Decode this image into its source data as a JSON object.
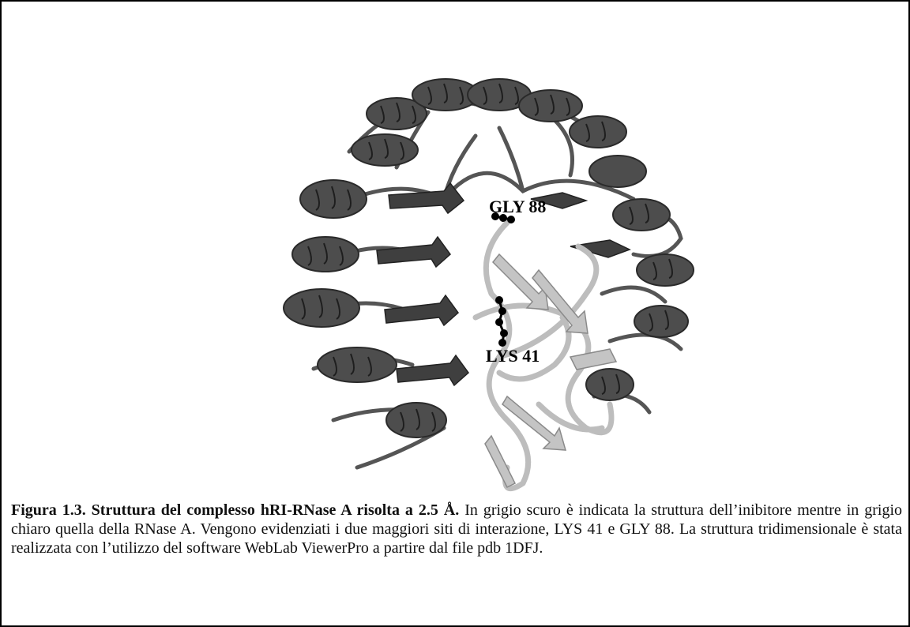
{
  "figure": {
    "labels": {
      "gly": "GLY 88",
      "lys": "LYS 41"
    },
    "colors": {
      "inhibitor": "#4d4d4d",
      "inhibitor_dark": "#2f2f2f",
      "rnase": "#c2c2c2",
      "rnase_dark": "#8f8f8f",
      "residue": "#000000"
    }
  },
  "caption": {
    "title": "Figura 1.3. Struttura del complesso hRI-RNase A risolta a 2.5 Å.",
    "text": " In grigio scuro è indicata la struttura dell’inibitore mentre in grigio chiaro quella della RNase A. Vengono evidenziati i due maggiori siti di interazione, LYS 41 e GLY 88. La struttura tridimensionale è stata realizzata con l’utilizzo del software WebLab ViewerPro a partire dal file pdb 1DFJ."
  }
}
